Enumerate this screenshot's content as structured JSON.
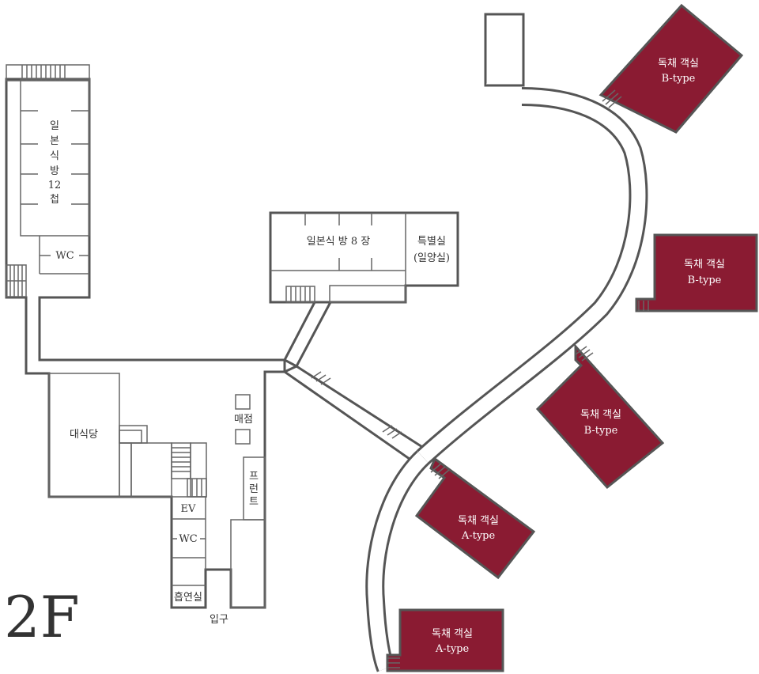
{
  "floor_label": "2F",
  "rooms": {
    "japanese_12": [
      "일",
      "본",
      "식",
      "방",
      "12",
      "첩"
    ],
    "japanese_8": "일본식 방 8 장",
    "special": [
      "특별실",
      "(일양실)"
    ],
    "wc_top": "WC",
    "banquet": "대식당",
    "shop": "매점",
    "front": [
      "프",
      "런",
      "트"
    ],
    "ev": "EV",
    "wc_bottom": "WC",
    "smoking": "흡연실",
    "entrance": "입구"
  },
  "villas": [
    {
      "name": "독채 객실",
      "type": "B-type"
    },
    {
      "name": "독채 객실",
      "type": "B-type"
    },
    {
      "name": "독채 객실",
      "type": "B-type"
    },
    {
      "name": "독채 객실",
      "type": "A-type"
    },
    {
      "name": "독채 객실",
      "type": "A-type"
    }
  ],
  "colors": {
    "villa_fill": "#8a1b32",
    "wall": "#555555",
    "background": "#ffffff"
  }
}
